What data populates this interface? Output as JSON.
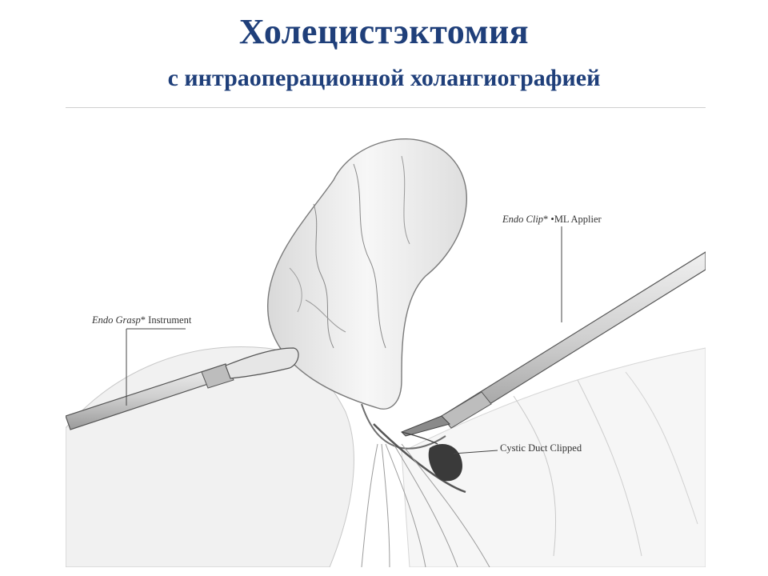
{
  "slide": {
    "title": "Холецистэктомия",
    "subtitle": "с интраоперационной холангиографией"
  },
  "figure": {
    "labels": {
      "grasp_italic": "Endo Grasp",
      "grasp_mark": "*",
      "grasp_rest": " Instrument",
      "clip_italic": "Endo Clip",
      "clip_mark": "* •",
      "clip_rest": "ML Applier",
      "duct": "Cystic Duct Clipped"
    }
  },
  "colors": {
    "title": "#1f3f7a",
    "line_art": "#555555"
  }
}
